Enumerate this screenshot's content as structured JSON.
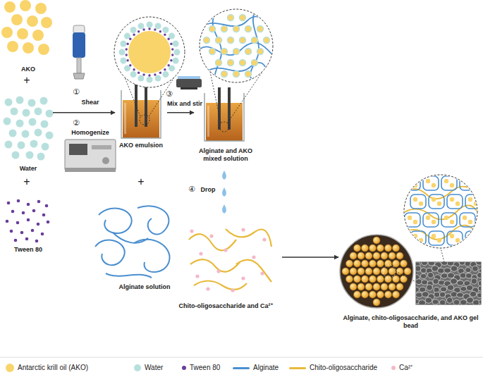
{
  "diagram": {
    "nodes": [
      {
        "text": [
          "AKO"
        ]
      },
      {
        "text": [
          "Water"
        ]
      },
      {
        "text": [
          "Tween 80"
        ]
      },
      {
        "text": [
          "AKO emulsion"
        ]
      },
      {
        "text": [
          "Alginate solution"
        ]
      },
      {
        "text": [
          "Alginate and AKO mixed solution"
        ]
      },
      {
        "text": [
          "Chito-oligosaccharide and Ca²⁺"
        ]
      },
      {
        "text": [
          "Alginate, chito-oligosaccharide, and AKO gel bead"
        ]
      }
    ],
    "edges": [
      {
        "from": 1,
        "to": 3,
        "arrow": "to"
      },
      {
        "from": 3,
        "to": 5,
        "arrow": "to"
      },
      {
        "from": 6,
        "to": 7,
        "arrow": "to"
      }
    ],
    "labels": [
      "+",
      "+",
      "①",
      "Shear",
      "②",
      "Homogenize",
      "+",
      "③",
      "Mix and stir",
      "④",
      "Drop"
    ],
    "legend": [
      {
        "text": "Antarctic krill oil (AKO)",
        "color": "#f9d46b"
      },
      {
        "text": "Water",
        "color": "#b7e0dd"
      },
      {
        "text": "Tween 80",
        "color": "#6a3d9a"
      },
      {
        "text": "Alginate"
      },
      {
        "text": "Chito-oligosaccharide"
      },
      {
        "text": "Ca²⁺",
        "color": "#f4b8c8"
      }
    ]
  }
}
